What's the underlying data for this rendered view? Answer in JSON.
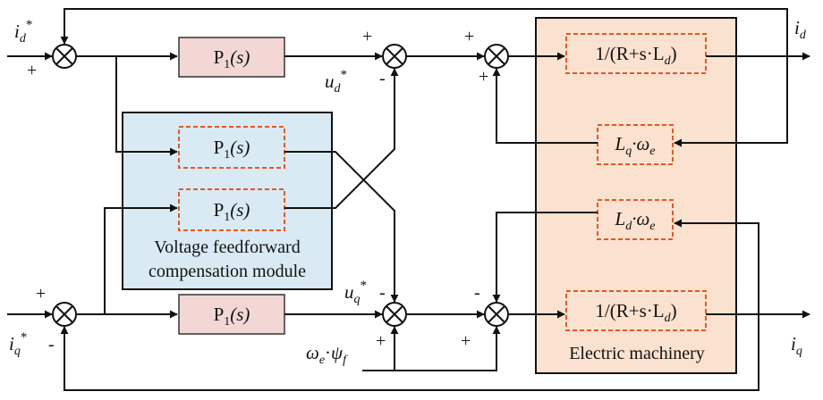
{
  "colors": {
    "controller_fill": "#f2d7d5",
    "controller_stroke": "#333333",
    "module_fill": "#d9eaf4",
    "machine_fill": "#fbe1cf",
    "inner_dashed": "#e25822",
    "line": "#111111"
  },
  "blocks": {
    "p1_label": "P",
    "p1_sub": "1",
    "p1_arg": "(s)",
    "plant_prefix": "1/(R+s·L",
    "plant_sub": "d",
    "plant_suffix": ")",
    "lq_main": "L",
    "lq_sub": "q",
    "ld_main": "L",
    "ld_sub": "d",
    "omega": "·ω",
    "omega_sub": "e"
  },
  "regions": {
    "module_line1": "Voltage feedforward",
    "module_line2": "compensation module",
    "machine_label": "Electric machinery"
  },
  "signals": {
    "id_ref_main": "i",
    "id_ref_sub": "d",
    "id_ref_sup": "*",
    "iq_ref_main": "i",
    "iq_ref_sub": "q",
    "iq_ref_sup": "*",
    "ud_ref_main": "u",
    "ud_ref_sub": "d",
    "ud_ref_sup": "*",
    "uq_ref_main": "u",
    "uq_ref_sub": "q",
    "uq_ref_sup": "*",
    "id_out_main": "i",
    "id_out_sub": "d",
    "iq_out_main": "i",
    "iq_out_sub": "q",
    "flux_omega": "ω",
    "flux_omega_sub": "e",
    "flux_dot": "·",
    "flux_psi": "ψ",
    "flux_psi_sub": "f"
  },
  "signs": {
    "plus": "+",
    "minus": "-"
  }
}
